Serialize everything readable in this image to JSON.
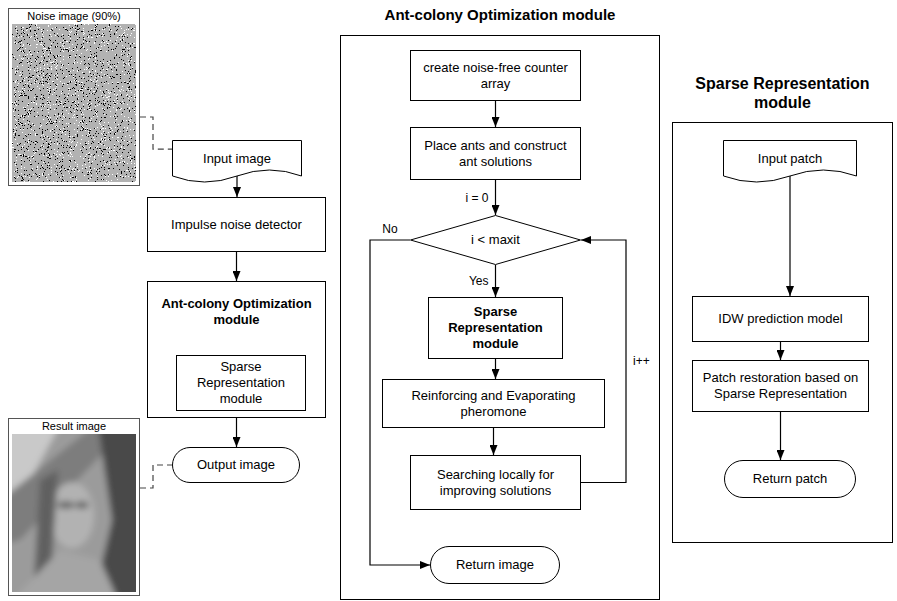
{
  "diagram": {
    "nodes": [
      {
        "text": [
          "Noise image (90%)"
        ]
      },
      {
        "text": [
          "Input image"
        ]
      },
      {
        "text": [
          "Impulse noise detector"
        ]
      },
      {
        "text": [
          "Ant-colony Optimization module"
        ]
      },
      {
        "text": [
          "Sparse Representation module"
        ],
        "in": 3
      },
      {
        "text": [
          "Result image"
        ]
      },
      {
        "text": [
          "Output image"
        ]
      },
      {
        "text": [
          "Ant-colony Optimization module"
        ]
      },
      {
        "text": [
          "create noise-free counter array"
        ],
        "in": 7
      },
      {
        "text": [
          "Place ants and construct ant solutions"
        ],
        "in": 7
      },
      {
        "text": [
          "i < maxit"
        ],
        "in": 7
      },
      {
        "text": [
          "Sparse Representation module"
        ],
        "in": 7
      },
      {
        "text": [
          "Reinforcing and Evaporating pheromone"
        ],
        "in": 7
      },
      {
        "text": [
          "Searching locally for improving solutions"
        ],
        "in": 7
      },
      {
        "text": [
          "Return image"
        ],
        "in": 7
      },
      {
        "text": [
          "Sparse Representation module"
        ]
      },
      {
        "text": [
          "Input patch"
        ],
        "in": 15
      },
      {
        "text": [
          "IDW prediction model"
        ],
        "in": 15
      },
      {
        "text": [
          "Patch restoration based on Sparse Representation"
        ],
        "in": 15
      },
      {
        "text": [
          "Return patch"
        ],
        "in": 15
      }
    ],
    "edges": [
      {
        "from": 0,
        "to": 1,
        "arrow": "none"
      },
      {
        "from": 1,
        "to": 2,
        "arrow": "to"
      },
      {
        "from": 2,
        "to": 3,
        "arrow": "to"
      },
      {
        "from": 3,
        "to": 6,
        "arrow": "to"
      },
      {
        "from": 5,
        "to": 6,
        "arrow": "none"
      },
      {
        "from": 8,
        "to": 9,
        "arrow": "to"
      },
      {
        "from": 9,
        "to": 10,
        "arrow": "to",
        "label": "i = 0"
      },
      {
        "from": 10,
        "to": 11,
        "arrow": "to",
        "label": "Yes"
      },
      {
        "from": 11,
        "to": 12,
        "arrow": "to"
      },
      {
        "from": 12,
        "to": 13,
        "arrow": "to"
      },
      {
        "from": 13,
        "to": 10,
        "arrow": "to",
        "label": "i++"
      },
      {
        "from": 10,
        "to": 14,
        "arrow": "to",
        "label": "No"
      },
      {
        "from": 16,
        "to": 17,
        "arrow": "to"
      },
      {
        "from": 17,
        "to": 18,
        "arrow": "to"
      },
      {
        "from": 18,
        "to": 19,
        "arrow": "to"
      }
    ]
  }
}
